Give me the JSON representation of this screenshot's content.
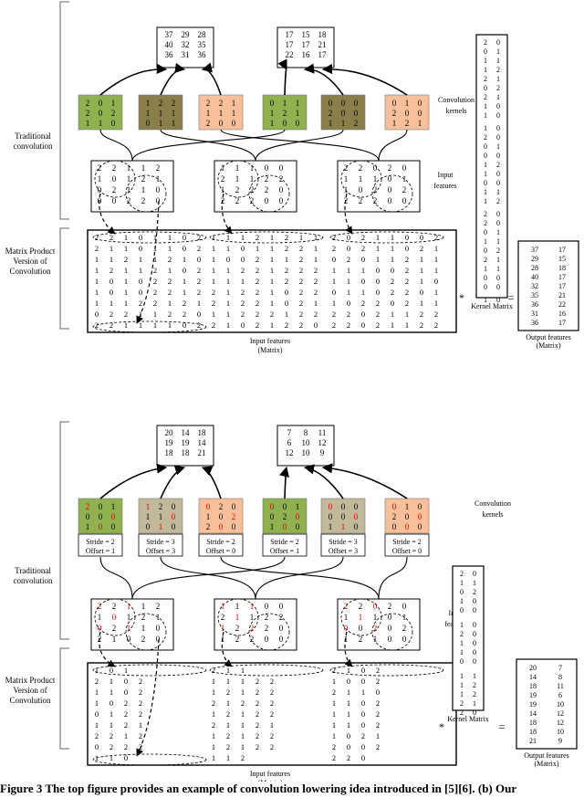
{
  "top": {
    "side_labels": [
      "Traditional",
      "convolution",
      "Matrix Product",
      "Version of",
      "Convolution"
    ],
    "outputs": [
      [
        [
          37,
          29,
          28
        ],
        [
          40,
          32,
          35
        ],
        [
          36,
          31,
          36
        ]
      ],
      [
        [
          17,
          15,
          18
        ],
        [
          17,
          17,
          21
        ],
        [
          22,
          16,
          17
        ]
      ]
    ],
    "kernels": [
      {
        "rows": [
          [
            2,
            0,
            1
          ],
          [
            2,
            0,
            2
          ],
          [
            1,
            1,
            0
          ]
        ],
        "color": "#8fb14f"
      },
      {
        "rows": [
          [
            1,
            2,
            2
          ],
          [
            1,
            1,
            1
          ],
          [
            0,
            1,
            1
          ]
        ],
        "color": "#8a7f4a"
      },
      {
        "rows": [
          [
            2,
            2,
            1
          ],
          [
            1,
            1,
            1
          ],
          [
            2,
            0,
            0
          ]
        ],
        "color": "#f7c09a"
      },
      {
        "rows": [
          [
            0,
            1,
            1
          ],
          [
            1,
            2,
            1
          ],
          [
            1,
            0,
            0
          ]
        ],
        "color": "#8fb14f"
      },
      {
        "rows": [
          [
            0,
            0,
            0
          ],
          [
            2,
            0,
            0
          ],
          [
            1,
            1,
            2
          ]
        ],
        "color": "#8a7f4a"
      },
      {
        "rows": [
          [
            0,
            1,
            0
          ],
          [
            2,
            0,
            0
          ],
          [
            1,
            2,
            1
          ]
        ],
        "color": "#f7c09a"
      }
    ],
    "kernels_label": [
      "Convolution",
      "kernels"
    ],
    "inputs": [
      [
        [
          2,
          2,
          1,
          1,
          2
        ],
        [
          1,
          0,
          1,
          2,
          1
        ],
        [
          0,
          2,
          1,
          1,
          0
        ],
        [
          0,
          0,
          2,
          2,
          0
        ]
      ],
      [
        [
          1,
          1,
          1,
          0,
          0
        ],
        [
          2,
          1,
          1,
          2,
          2
        ],
        [
          1,
          2,
          2,
          2,
          0
        ],
        [
          2,
          2,
          2,
          0,
          0
        ]
      ],
      [
        [
          2,
          2,
          0,
          2,
          0
        ],
        [
          1,
          1,
          1,
          0,
          1
        ],
        [
          1,
          0,
          2,
          0,
          2
        ],
        [
          2,
          2,
          2,
          0,
          0
        ]
      ]
    ],
    "input_label": [
      "Input",
      "features"
    ],
    "matrix": [
      [
        [
          2,
          2,
          1,
          0,
          1,
          1,
          0,
          2
        ],
        [
          2,
          1,
          1,
          0,
          1,
          1,
          0,
          2
        ],
        [
          1,
          1,
          2,
          1,
          1,
          2,
          1,
          0
        ],
        [
          1,
          2,
          1,
          1,
          2,
          1,
          0,
          2
        ],
        [
          1,
          0,
          1,
          0,
          2,
          2,
          1,
          2
        ],
        [
          1,
          0,
          1,
          0,
          2,
          2,
          1,
          2
        ],
        [
          1,
          1,
          1,
          2,
          2,
          1,
          2,
          1
        ],
        [
          0,
          2,
          2,
          1,
          1,
          2,
          2,
          0
        ],
        [
          2,
          2,
          1,
          1,
          1,
          1,
          0,
          2
        ]
      ],
      [
        [
          1,
          1,
          1,
          2,
          1,
          2,
          1,
          1
        ],
        [
          1,
          1,
          0,
          1,
          1,
          2,
          2,
          1
        ],
        [
          1,
          0,
          0,
          2,
          1,
          1,
          2,
          1
        ],
        [
          1,
          1,
          2,
          2,
          1,
          2,
          2,
          2
        ],
        [
          1,
          1,
          1,
          2,
          1,
          2,
          2,
          2
        ],
        [
          2,
          1,
          2,
          2,
          1,
          0,
          2,
          2
        ],
        [
          2,
          1,
          2,
          2,
          1,
          0,
          2,
          1
        ],
        [
          1,
          1,
          2,
          2,
          2,
          1,
          2,
          2
        ],
        [
          2,
          1,
          0,
          2,
          1,
          2,
          2,
          0
        ]
      ],
      [
        [
          2,
          0,
          2,
          1,
          1,
          0,
          0,
          2
        ],
        [
          2,
          0,
          2,
          1,
          1,
          0,
          2,
          1
        ],
        [
          0,
          2,
          0,
          1,
          1,
          2,
          1,
          1
        ],
        [
          1,
          1,
          1,
          0,
          0,
          2,
          1,
          1
        ],
        [
          1,
          1,
          0,
          0,
          2,
          2,
          1,
          0
        ],
        [
          0,
          1,
          1,
          0,
          2,
          2,
          0,
          1
        ],
        [
          1,
          0,
          2,
          2,
          0,
          2,
          1,
          1
        ],
        [
          2,
          2,
          0,
          2,
          1,
          1,
          2,
          2
        ],
        [
          2,
          2,
          0,
          2,
          1,
          1,
          2,
          2
        ]
      ]
    ],
    "matrix_label": [
      "Input features",
      "(Matrix)"
    ],
    "kernel_matrix": [
      [
        2,
        0
      ],
      [
        0,
        1
      ],
      [
        1,
        1
      ],
      [
        1,
        2
      ],
      [
        2,
        1
      ],
      [
        0,
        2
      ],
      [
        2,
        1
      ],
      [
        1,
        0
      ],
      [
        1,
        0
      ],
      [
        1,
        0
      ],
      [
        2,
        0
      ],
      [
        0,
        1
      ],
      [
        0,
        0
      ],
      [
        1,
        2
      ],
      [
        1,
        0
      ],
      [
        0,
        0
      ],
      [
        1,
        1
      ],
      [
        1,
        2
      ],
      [
        2,
        0
      ],
      [
        2,
        0
      ],
      [
        0,
        1
      ],
      [
        1,
        1
      ],
      [
        0,
        2
      ],
      [
        2,
        1
      ],
      [
        1,
        1
      ],
      [
        0,
        0
      ],
      [
        0,
        0
      ],
      [
        1,
        0
      ]
    ],
    "kernel_matrix_label": "Kernel Matrix",
    "output_matrix": [
      [
        37,
        17
      ],
      [
        29,
        15
      ],
      [
        28,
        18
      ],
      [
        40,
        17
      ],
      [
        32,
        17
      ],
      [
        35,
        21
      ],
      [
        36,
        22
      ],
      [
        31,
        16
      ],
      [
        36,
        17
      ]
    ],
    "output_matrix_label": [
      "Output features",
      "(Matrix)"
    ],
    "multiply": "*",
    "equals": "="
  },
  "bottom": {
    "side_labels": [
      "Traditional",
      "convolution",
      "Matrix Product",
      "Version of",
      "Convolution"
    ],
    "outputs": [
      [
        [
          20,
          14,
          18
        ],
        [
          19,
          19,
          14
        ],
        [
          18,
          18,
          21
        ]
      ],
      [
        [
          7,
          8,
          11
        ],
        [
          6,
          10,
          12
        ],
        [
          12,
          10,
          9
        ]
      ]
    ],
    "kernels": [
      {
        "rows": [
          [
            2,
            0,
            1
          ],
          [
            0,
            0,
            0
          ],
          [
            1,
            0,
            0
          ]
        ],
        "color": "#8fb14f",
        "stride": "Stride = 2",
        "offset": "Offset = 1"
      },
      {
        "rows": [
          [
            1,
            2,
            0
          ],
          [
            1,
            1,
            0
          ],
          [
            0,
            1,
            0
          ]
        ],
        "color": "#c2b99a",
        "stride": "Stride = 3",
        "offset": "Offset = 3"
      },
      {
        "rows": [
          [
            0,
            2,
            0
          ],
          [
            1,
            0,
            2
          ],
          [
            2,
            0,
            0
          ]
        ],
        "color": "#f7c09a",
        "stride": "Stride = 2",
        "offset": "Offset = 0"
      },
      {
        "rows": [
          [
            0,
            0,
            1
          ],
          [
            0,
            2,
            0
          ],
          [
            1,
            0,
            0
          ]
        ],
        "color": "#8fb14f",
        "stride": "Stride = 2",
        "offset": "Offset = 1"
      },
      {
        "rows": [
          [
            0,
            0,
            0
          ],
          [
            0,
            0,
            0
          ],
          [
            1,
            1,
            0
          ]
        ],
        "color": "#c2b99a",
        "stride": "Stride = 3",
        "offset": "Offset = 3"
      },
      {
        "rows": [
          [
            0,
            1,
            0
          ],
          [
            2,
            0,
            0
          ],
          [
            0,
            0,
            0
          ]
        ],
        "color": "#f7c09a",
        "stride": "Stride = 2",
        "offset": "Offset = 0"
      }
    ],
    "kernels_label": [
      "Convolution",
      "kernels"
    ],
    "inputs": [
      [
        [
          2,
          2,
          1,
          1,
          2
        ],
        [
          1,
          0,
          1,
          2,
          1
        ],
        [
          0,
          2,
          1,
          1,
          0
        ],
        [
          2,
          1,
          0,
          2,
          0
        ]
      ],
      [
        [
          1,
          1,
          1,
          0,
          0
        ],
        [
          2,
          1,
          1,
          2,
          2
        ],
        [
          1,
          2,
          2,
          2,
          0
        ],
        [
          1,
          2,
          2,
          0,
          0
        ]
      ],
      [
        [
          2,
          2,
          0,
          2,
          0
        ],
        [
          1,
          1,
          1,
          0,
          1
        ],
        [
          0,
          0,
          2,
          0,
          2
        ],
        [
          1,
          2,
          1,
          0,
          0
        ]
      ]
    ],
    "input_label": [
      "Input",
      "features"
    ],
    "matrix": [
      [
        [
          1,
          0,
          1
        ],
        [
          2,
          1,
          0,
          2
        ],
        [
          1,
          1,
          0,
          2
        ],
        [
          1,
          0,
          2,
          2
        ],
        [
          0,
          1,
          2,
          2
        ],
        [
          1,
          1,
          2,
          1
        ],
        [
          2,
          2,
          1,
          2
        ],
        [
          0,
          2,
          2,
          2
        ],
        [
          1,
          1,
          0
        ]
      ],
      [
        [
          2,
          1,
          1
        ],
        [
          1,
          1,
          1,
          2,
          2
        ],
        [
          1,
          2,
          1,
          2,
          2
        ],
        [
          2,
          1,
          2,
          2,
          2
        ],
        [
          1,
          2,
          1,
          2,
          2
        ],
        [
          2,
          1,
          1,
          2,
          1
        ],
        [
          1,
          2,
          1,
          2,
          2
        ],
        [
          1,
          2,
          1,
          2,
          2
        ],
        [
          1,
          1,
          2
        ]
      ],
      [
        [
          2,
          1,
          0,
          2
        ],
        [
          1,
          0,
          0,
          2
        ],
        [
          2,
          1,
          1,
          0
        ],
        [
          1,
          1,
          0,
          2
        ],
        [
          1,
          1,
          0,
          2
        ],
        [
          1,
          1,
          0,
          2
        ],
        [
          1,
          0,
          2,
          1
        ],
        [
          2,
          0,
          0,
          2
        ],
        [
          2,
          2,
          0
        ]
      ]
    ],
    "matrix_label": [
      "Input features",
      "(Matrix)"
    ],
    "kernel_matrix": [
      [
        2,
        0
      ],
      [
        1,
        1
      ],
      [
        0,
        2
      ],
      [
        1,
        0
      ],
      [
        0,
        0
      ],
      [
        1,
        0
      ],
      [
        2,
        0
      ],
      [
        1,
        0
      ],
      [
        1,
        0
      ],
      [
        0,
        0
      ],
      [
        1,
        1
      ],
      [
        1,
        2
      ],
      [
        1,
        2
      ],
      [
        2,
        1
      ],
      [
        2,
        0
      ]
    ],
    "kernel_matrix_label": "Kernel Matrix",
    "output_matrix": [
      [
        20,
        7
      ],
      [
        14,
        8
      ],
      [
        18,
        11
      ],
      [
        19,
        6
      ],
      [
        19,
        10
      ],
      [
        14,
        12
      ],
      [
        18,
        12
      ],
      [
        18,
        10
      ],
      [
        21,
        9
      ]
    ],
    "output_matrix_label": [
      "Output features",
      "(Matrix)"
    ],
    "multiply": "*",
    "equals": "="
  },
  "caption": "Figure 3 The top figure provides an example of convolution lowering idea introduced in [5][6]. (b) Our"
}
